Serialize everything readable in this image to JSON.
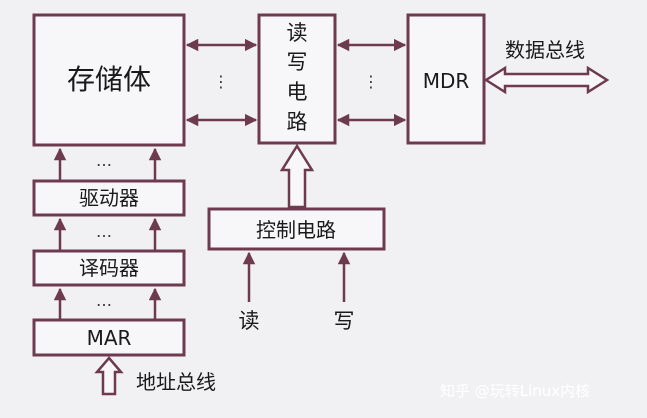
{
  "boxes": {
    "memory": "存储体",
    "rw_c1": "读",
    "rw_c2": "写",
    "rw_c3": "电",
    "rw_c4": "路",
    "mdr": "MDR",
    "driver": "驱动器",
    "decoder": "译码器",
    "mar": "MAR",
    "control": "控制电路"
  },
  "labels": {
    "data_bus": "数据总线",
    "addr_bus": "地址总线",
    "read": "读",
    "write": "写",
    "ellipsis_v": "⋮",
    "ellipsis_h": "…"
  },
  "watermark": "知乎 @玩转Linux内核",
  "colors": {
    "stroke": "#6e3a4e",
    "background": "#f1f1f3"
  }
}
